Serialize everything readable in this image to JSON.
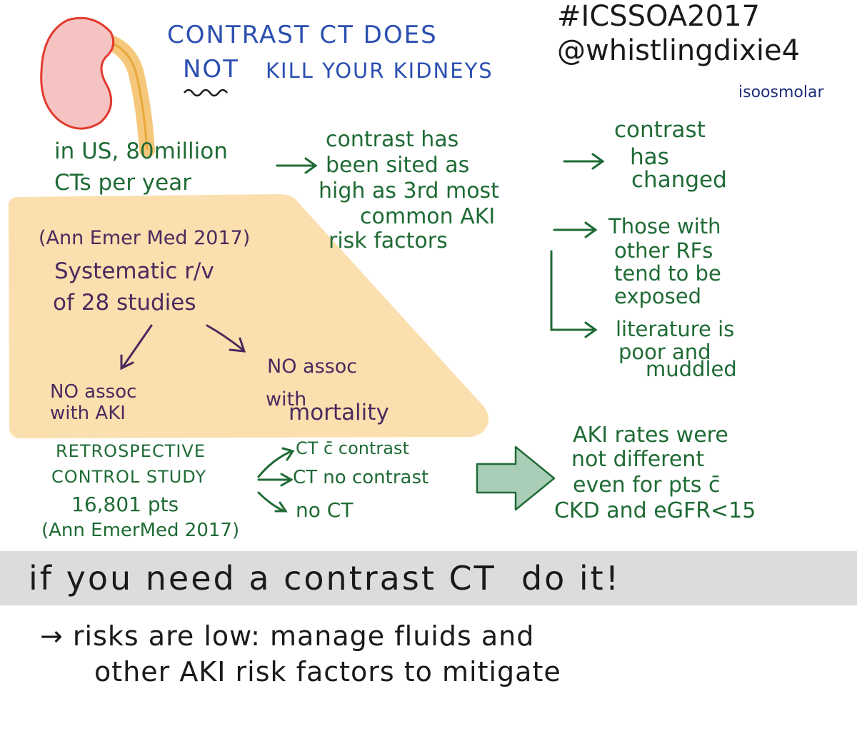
{
  "title": {
    "line1": "CONTRAST CT DOES",
    "line2_emph": "NOT",
    "line2_rest": "KILL YOUR KIDNEYS"
  },
  "hashtag": "#ICSSOA2017",
  "handle": "@whistlingdixie4",
  "isoosmolar": "isoosmolar",
  "stat": {
    "line1": "in US, 80million",
    "line2": "CTs per year"
  },
  "cited": {
    "line1": "contrast has",
    "line2": "been sited as",
    "line3": "high as 3rd most",
    "line4": "common AKI",
    "line5": "risk factors"
  },
  "changed": {
    "line1": "contrast",
    "line2": "has",
    "line3": "changed"
  },
  "others": {
    "line1": "Those with",
    "line2": "other RFs",
    "line3": "tend to be",
    "line4": "exposed"
  },
  "literature": {
    "line1": "literature is",
    "line2": "poor and",
    "line3": "muddled"
  },
  "review": {
    "citation": "(Ann Emer Med 2017)",
    "line1": "Systematic r/v",
    "line2": "of 28 studies",
    "aki": {
      "line1": "NO assoc",
      "line2": "with AKI"
    },
    "mortality": {
      "line1": "NO assoc",
      "line2": "with",
      "line3": "mortality"
    }
  },
  "retro": {
    "line1": "RETROSPECTIVE",
    "line2": "CONTROL STUDY",
    "line3": "16,801 pts",
    "citation": "(Ann EmerMed 2017)"
  },
  "branches": {
    "with_contrast": "CT c̄ contrast",
    "no_contrast": "CT no contrast",
    "no_ct": "no CT"
  },
  "result": {
    "line1": "AKI rates were",
    "line2": "not different",
    "line3": "even for pts c̄",
    "line4": "CKD and eGFR<15"
  },
  "conclusion": {
    "banner": "if you need a contrast CT  do it!",
    "line1": "→ risks are low: manage fluids and",
    "line2": "other AKI risk factors to mitigate"
  },
  "colors": {
    "green_ink": "#1f6b35",
    "purple_ink": "#4a2a5e",
    "blue_ink": "#2a4fb0",
    "orange_box": "#fbdfae",
    "banner_gray": "#dcdcdc",
    "arrow_fill": "#a9cdb7"
  },
  "icons": [
    "kidney-icon",
    "big-arrow-icon"
  ]
}
